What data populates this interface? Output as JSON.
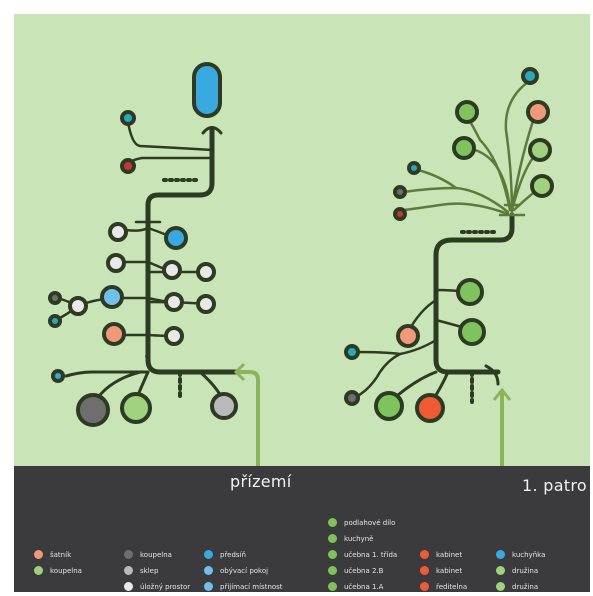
{
  "colors": {
    "background_green": "#c9e4b6",
    "footer_dark": "#3b3b3d",
    "line_dark": "#2d3b22",
    "line_olive": "#5e7a3a",
    "arrow_green": "#8bb35a",
    "node_gray_dark": "#6e6e6e",
    "node_gray_light": "#b9b9b9",
    "node_white": "#e9e9e9",
    "node_blue": "#39a9e0",
    "node_blue_light": "#6fc1eb",
    "node_salmon": "#f0987a",
    "node_orange": "#ef5b33",
    "node_green": "#7fc35e",
    "node_green_light": "#9fd17e",
    "node_teal": "#29a9bf",
    "node_red": "#c2393d"
  },
  "floors": [
    {
      "label": "přízemí"
    },
    {
      "label": "1. patro"
    }
  ],
  "legend": {
    "columns": [
      {
        "items": [
          {
            "label": "šatník",
            "color": "#f0987a"
          },
          {
            "label": "koupelna",
            "color": "#9fd17e"
          }
        ]
      },
      {
        "items": [
          {
            "label": "koupelna",
            "color": "#6e6e6e"
          },
          {
            "label": "sklep",
            "color": "#b9b9b9"
          },
          {
            "label": "úložný prostor",
            "color": "#e9e9e9"
          }
        ]
      },
      {
        "items": [
          {
            "label": "předsíň",
            "color": "#39a9e0"
          },
          {
            "label": "obývací pokoj",
            "color": "#6fc1eb"
          },
          {
            "label": "přijímací místnost",
            "color": "#6fc1eb"
          }
        ]
      },
      {
        "items": [
          {
            "label": "podlahové dílo",
            "color": "#7fc35e"
          },
          {
            "label": "kuchyně",
            "color": "#7fc35e"
          },
          {
            "label": "učebna 1. třída",
            "color": "#7fc35e"
          },
          {
            "label": "učebna 2.B",
            "color": "#7fc35e"
          },
          {
            "label": "učebna 1.A",
            "color": "#7fc35e"
          }
        ]
      },
      {
        "items": [
          {
            "label": "kabinet",
            "color": "#ef5b33"
          },
          {
            "label": "kabinet",
            "color": "#ef5b33"
          },
          {
            "label": "ředitelna",
            "color": "#ef5b33"
          }
        ]
      },
      {
        "items": [
          {
            "label": "kuchyňka",
            "color": "#39a9e0"
          },
          {
            "label": "družina",
            "color": "#9fd17e"
          },
          {
            "label": "družina",
            "color": "#9fd17e"
          }
        ]
      }
    ]
  }
}
